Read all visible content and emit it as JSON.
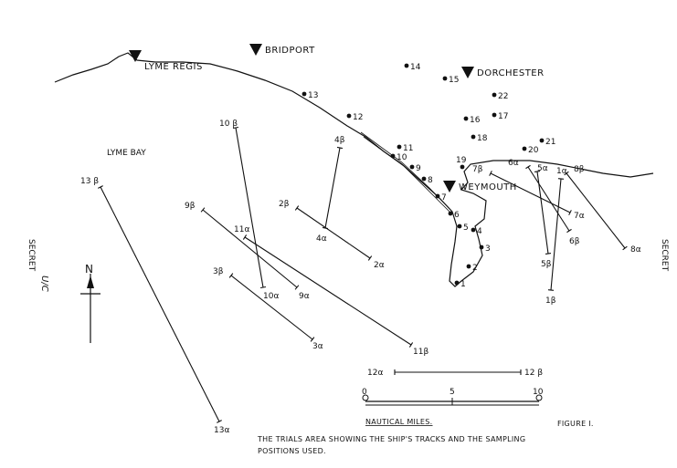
{
  "towns": [
    {
      "name": "LYME REGIS"
    },
    {
      "name": "BRIDPORT"
    },
    {
      "name": "DORCHESTER"
    },
    {
      "name": "WEYMOUTH"
    }
  ],
  "area_label": "LYME BAY",
  "tracks": [
    {
      "start": "13 β",
      "end": "13α"
    },
    {
      "start": "10 β",
      "end": "10α"
    },
    {
      "start": "9β",
      "end": "9α"
    },
    {
      "start": "11α",
      "end": "11β"
    },
    {
      "start": "3β",
      "end": "3α"
    },
    {
      "start": "2β",
      "end": "2α"
    },
    {
      "start": "4β",
      "end": "4α"
    },
    {
      "start": "7β",
      "end": "7α"
    },
    {
      "start": "6α",
      "end": "6β"
    },
    {
      "start": "5α",
      "end": "5β"
    },
    {
      "start": "1α",
      "end": "1β"
    },
    {
      "start": "8β",
      "end": "8α"
    },
    {
      "start": "12α",
      "end": "12 β"
    }
  ],
  "sampling_positions": [
    "1",
    "2",
    "3",
    "4",
    "5",
    "6",
    "7",
    "8",
    "9",
    "10",
    "11",
    "12",
    "13",
    "14",
    "15",
    "16",
    "17",
    "18",
    "19",
    "20",
    "21",
    "22"
  ],
  "north_label": "N",
  "scale": {
    "ticks": [
      "0",
      "5",
      "10"
    ],
    "unit": "NAUTICAL MILES."
  },
  "figure_label": "FIGURE I.",
  "caption_line1": "THE TRIALS AREA SHOWING THE SHIP'S TRACKS AND THE SAMPLING",
  "caption_line2": "POSITIONS USED.",
  "stamp_left": "SECRET",
  "handwritten_left": "U/C",
  "stamp_right": "SECRET"
}
